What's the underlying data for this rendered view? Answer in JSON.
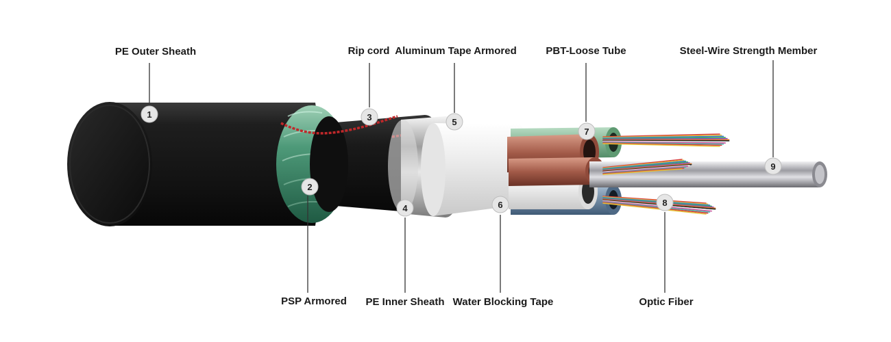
{
  "diagram": {
    "components": [
      {
        "number": "1",
        "label": "PE Outer Sheath"
      },
      {
        "number": "2",
        "label": "PSP Armored"
      },
      {
        "number": "3",
        "label": "Rip cord"
      },
      {
        "number": "4",
        "label": "PE Inner Sheath"
      },
      {
        "number": "5",
        "label": "Aluminum Tape Armored"
      },
      {
        "number": "6",
        "label": "Water Blocking Tape"
      },
      {
        "number": "7",
        "label": "PBT-Loose Tube"
      },
      {
        "number": "8",
        "label": "Optic Fiber"
      },
      {
        "number": "9",
        "label": "Steel-Wire Strength Member"
      }
    ],
    "colors": {
      "outer_sheath": "#141414",
      "psp_armor": "#3f8f70",
      "rip_cord": "#c0282a",
      "aluminum_tape": "#c8c8c8",
      "water_blocking_tape": "#f0f0f0",
      "tube_brown": "#a25a48",
      "tube_green": "#7fb38f",
      "tube_blue": "#6d86a0",
      "strength_member": "#b8b8bc",
      "marker": "#e6e6e6"
    }
  }
}
